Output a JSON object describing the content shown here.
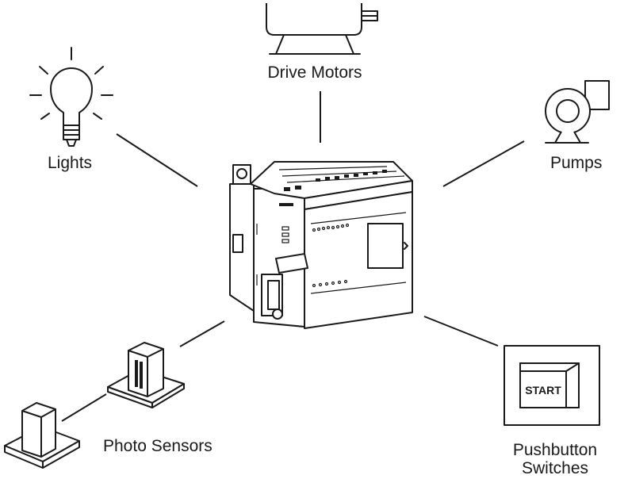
{
  "labels": {
    "drive_motors": "Drive Motors",
    "lights": "Lights",
    "pumps": "Pumps",
    "photo_sensors": "Photo Sensors",
    "pushbutton_line1": "Pushbutton",
    "pushbutton_line2": "Switches",
    "start_button": "START"
  },
  "icons": [
    "plc-controller",
    "drive-motor",
    "light-bulb",
    "pump",
    "photo-sensor",
    "photo-sensor",
    "start-pushbutton"
  ],
  "colors": {
    "ink": "#1a1a1a",
    "background": "#ffffff"
  }
}
